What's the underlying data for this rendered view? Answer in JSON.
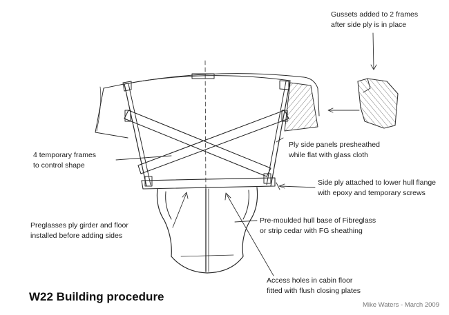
{
  "title": "W22 Building procedure",
  "credit": "Mike Waters - March 2009",
  "annotations": {
    "gussets": [
      "Gussets added to 2 frames",
      "after side ply is in place"
    ],
    "temp_frames": [
      "4 temporary frames",
      "to control shape"
    ],
    "ply_side": [
      "Ply side panels presheathed",
      "while flat with glass cloth"
    ],
    "side_attach": [
      "Side ply attached to lower hull flange",
      "with epoxy and temporary screws"
    ],
    "preglass": [
      "Preglasses ply girder and floor",
      "installed before adding sides"
    ],
    "premoulded": [
      "Pre-moulded hull base of Fibreglass",
      "or strip cedar with FG sheathing"
    ],
    "access": [
      "Access holes in cabin floor",
      "fitted with flush closing plates"
    ]
  },
  "colors": {
    "ink": "#2a2a2a",
    "text": "#1a1a1a",
    "credit": "#777777",
    "background": "#ffffff"
  }
}
